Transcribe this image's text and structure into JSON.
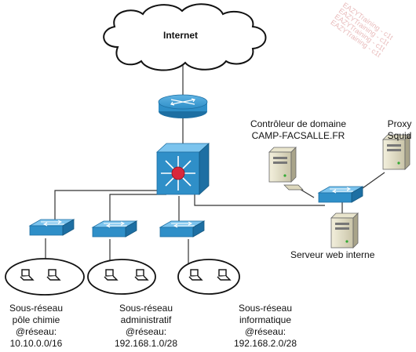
{
  "internet": {
    "label": "Internet"
  },
  "domain_controller": {
    "line1": "Contrôleur de domaine",
    "line2": "CAMP-FACSALLE.FR"
  },
  "proxy": {
    "line1": "Proxy",
    "line2": "Squid"
  },
  "web_server": {
    "label": "Serveur web interne"
  },
  "subnets": [
    {
      "lines": [
        "Sous-réseau",
        "pôle chimie",
        "@réseau:",
        "10.10.0.0/16"
      ]
    },
    {
      "lines": [
        "Sous-réseau",
        "administratif",
        "@réseau:",
        "192.168.1.0/28"
      ]
    },
    {
      "lines": [
        "Sous-réseau",
        "informatique",
        "@réseau:",
        "192.168.2.0/28"
      ]
    }
  ],
  "watermark": {
    "text": "EAZYTraining - c1t"
  },
  "colors": {
    "device_blue": "#2f8fc8",
    "device_dark": "#1d6fa3",
    "router_core": "#d9283c",
    "line": "#333333"
  }
}
